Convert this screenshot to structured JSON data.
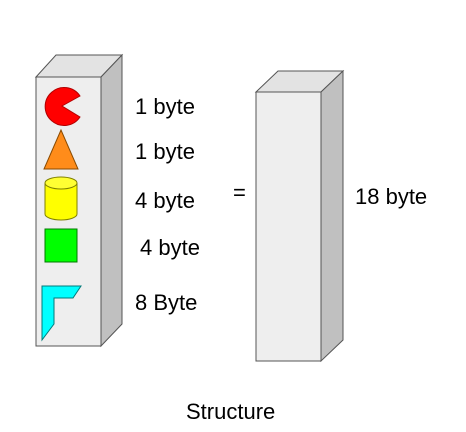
{
  "left_box": {
    "items": [
      {
        "icon": "pacman-icon",
        "label": "1 byte",
        "color": "#ff0000"
      },
      {
        "icon": "triangle-icon",
        "label": "1 byte",
        "color": "#ff8c1a"
      },
      {
        "icon": "cylinder-icon",
        "label": "4 byte",
        "color": "#ffff00"
      },
      {
        "icon": "square-icon",
        "label": "4 byte",
        "color": "#00ff00"
      },
      {
        "icon": "corner-icon",
        "label": "8 Byte",
        "color": "#00ffff"
      }
    ]
  },
  "equals": "=",
  "right_box": {
    "label": "18 byte"
  },
  "caption": "Structure",
  "colors": {
    "box_face": "#eeeeee",
    "box_top": "#e3e3e3",
    "box_side": "#c0c0c0",
    "outline": "#555555"
  }
}
